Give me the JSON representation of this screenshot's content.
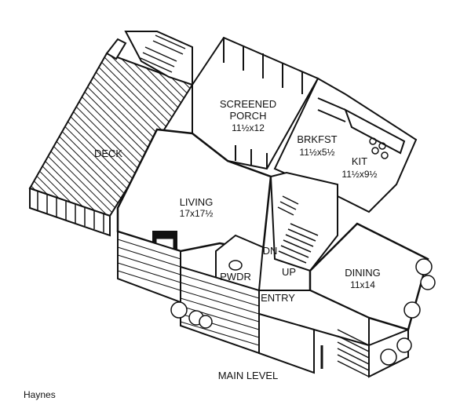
{
  "rooms": {
    "screened_porch": {
      "label_line1": "SCREENED",
      "label_line2": "PORCH",
      "dims": "11½x12"
    },
    "breakfast": {
      "label": "BRKFST",
      "dims": "11½x5½"
    },
    "kitchen": {
      "label": "KIT",
      "dims": "11½x9½"
    },
    "deck": {
      "label": "DECK"
    },
    "living": {
      "label": "LIVING",
      "dims": "17x17½"
    },
    "powder": {
      "label": "PWDR"
    },
    "entry": {
      "label": "ENTRY"
    },
    "dining": {
      "label": "DINING",
      "dims": "11x14"
    }
  },
  "stairs": {
    "down_label": "DN",
    "up_label": "UP"
  },
  "caption": "MAIN LEVEL",
  "credit": "Haynes",
  "colors": {
    "ink": "#111111",
    "paper": "#ffffff"
  }
}
